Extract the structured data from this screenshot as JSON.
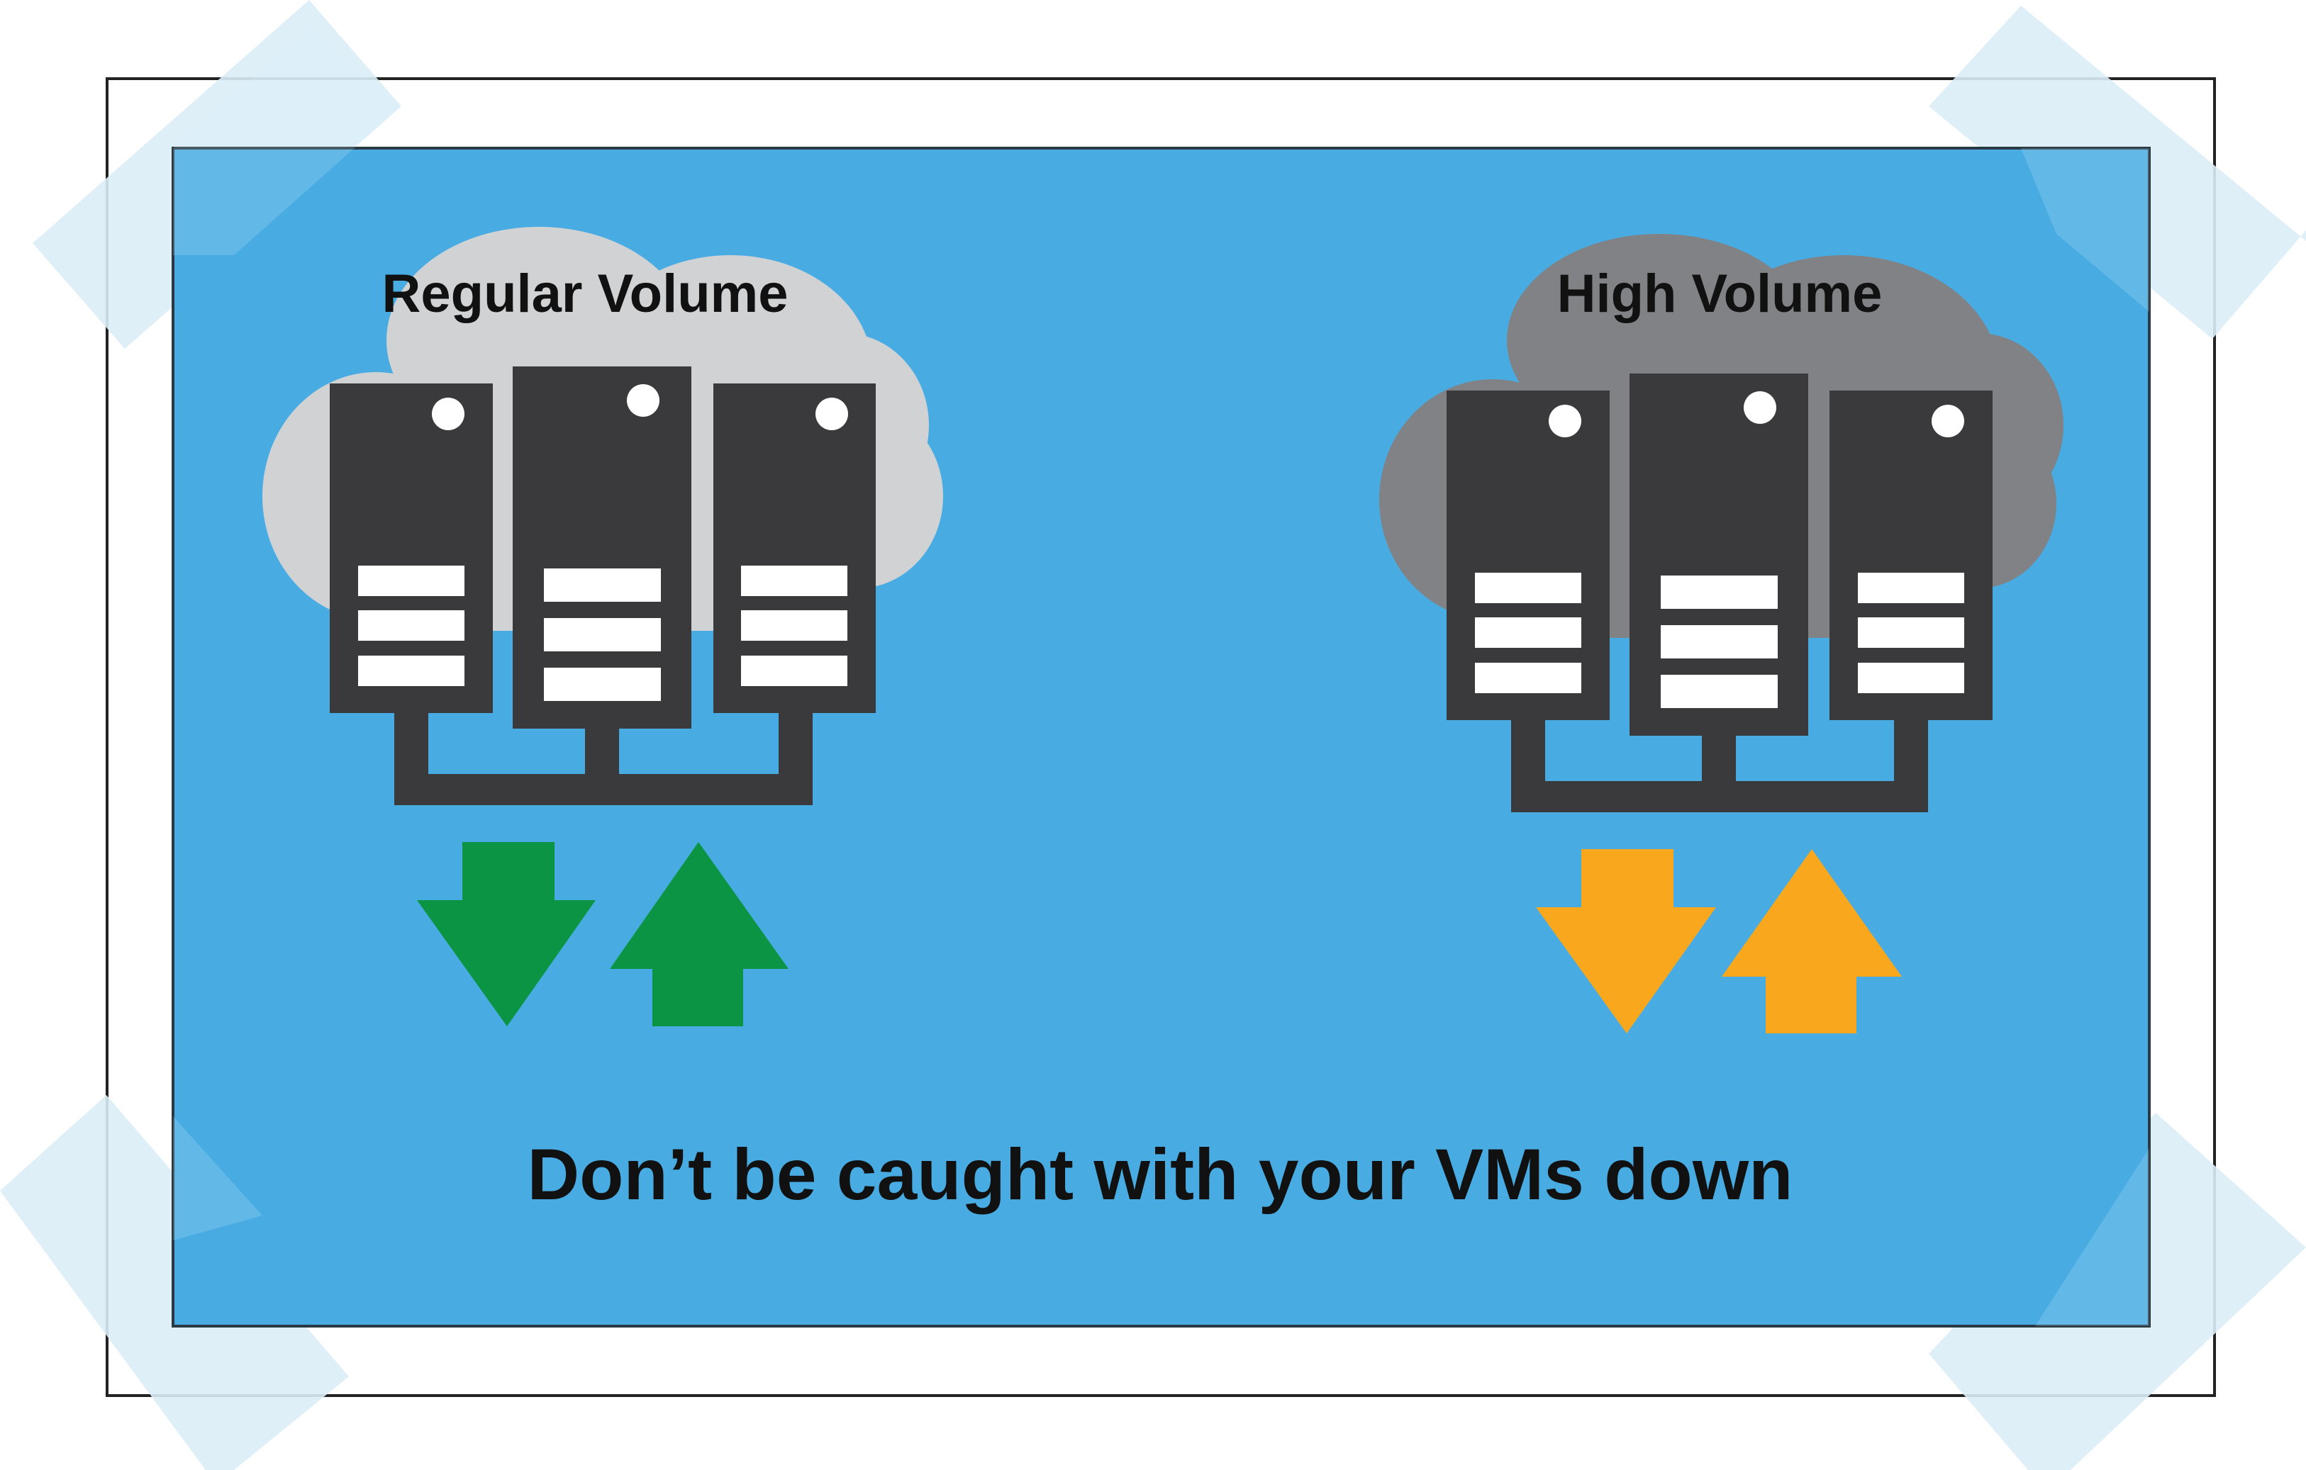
{
  "panels": [
    {
      "label": "Regular Volume",
      "cloud_color": "#d0d2d4",
      "arrow_color": "#0b9444"
    },
    {
      "label": "High Volume",
      "cloud_color": "#808285",
      "arrow_color": "#f9a71c"
    }
  ],
  "caption": "Don’t be caught with your VMs down",
  "colors": {
    "background": "#48ace2",
    "server": "#3a3a3c",
    "tape": "#daedf7",
    "frame": "#222222"
  }
}
